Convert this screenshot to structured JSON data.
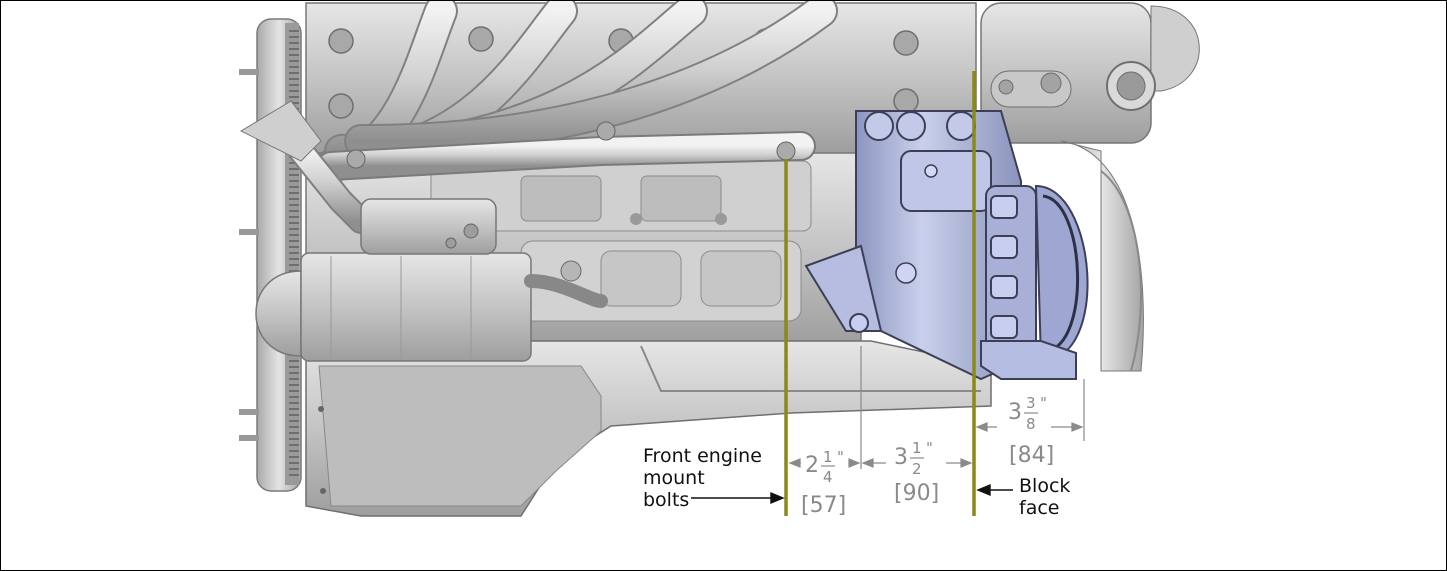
{
  "callouts": {
    "front_mount_line1": "Front engine",
    "front_mount_line2": "mount",
    "front_mount_line3": "bolts",
    "block_line1": "Block",
    "block_line2": "face"
  },
  "dimensions": [
    {
      "whole": "2",
      "num": "1",
      "den": "4",
      "unit": "\"",
      "metric": "[57]"
    },
    {
      "whole": "3",
      "num": "1",
      "den": "2",
      "unit": "\"",
      "metric": "[90]"
    },
    {
      "whole": "3",
      "num": "3",
      "den": "8",
      "unit": "\"",
      "metric": "[84]"
    }
  ],
  "colors": {
    "reference_line": "#8a8a1a",
    "dimension": "#8a8a8a",
    "engine_metal": "#c8c8c8",
    "compressor": "#aab3d6"
  }
}
